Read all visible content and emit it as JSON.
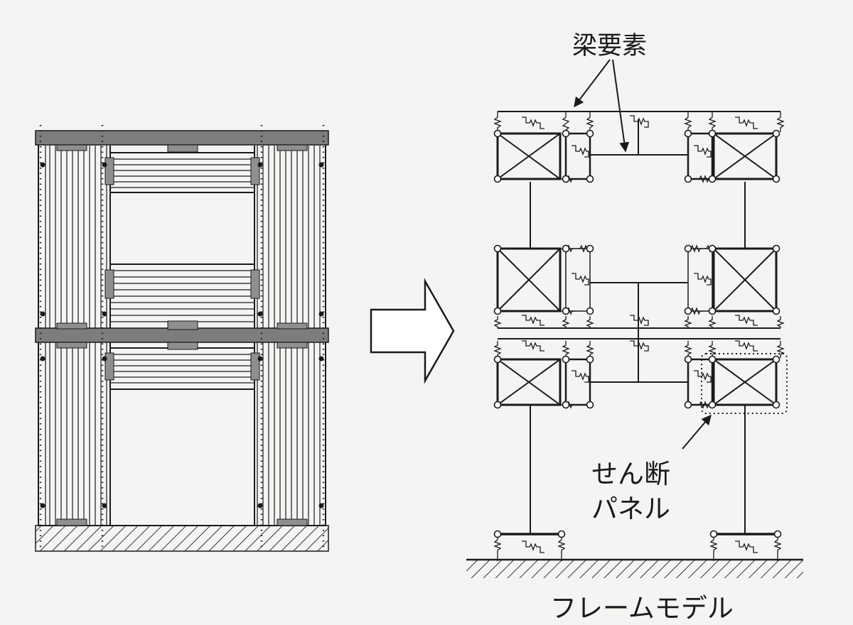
{
  "labels": {
    "beam_element": "梁要素",
    "shear_panel_line1": "せん断",
    "shear_panel_line2": "パネル",
    "frame_model": "フレームモデル"
  },
  "colors": {
    "background": "#f4f4f2",
    "line": "#1a1a1a",
    "beam_fill": "#7d7d7d",
    "plate_fill": "#8f8f8f",
    "hatch": "#333333"
  }
}
